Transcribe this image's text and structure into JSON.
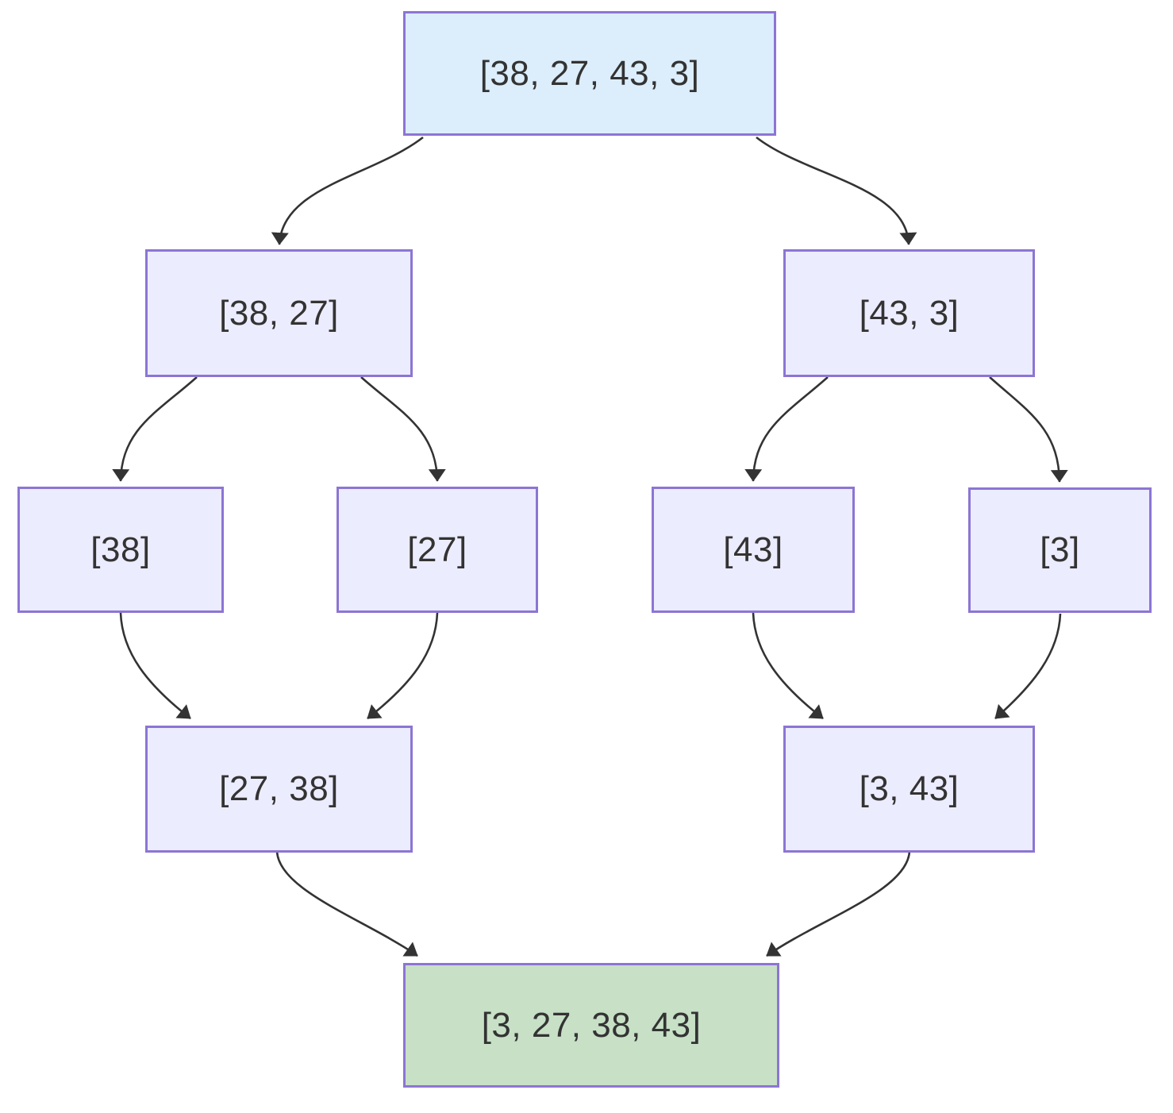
{
  "diagram": {
    "type": "flowchart",
    "nodes": {
      "root": {
        "label": "[38, 27, 43, 3]",
        "fill": "#dcedfb",
        "border": "#8c75d4"
      },
      "split_left": {
        "label": "[38, 27]",
        "fill": "#ececff",
        "border": "#8c75d4"
      },
      "split_right": {
        "label": "[43, 3]",
        "fill": "#ececff",
        "border": "#8c75d4"
      },
      "leaf_38": {
        "label": "[38]",
        "fill": "#ececff",
        "border": "#8c75d4"
      },
      "leaf_27": {
        "label": "[27]",
        "fill": "#ececff",
        "border": "#8c75d4"
      },
      "leaf_43": {
        "label": "[43]",
        "fill": "#ececff",
        "border": "#8c75d4"
      },
      "leaf_3": {
        "label": "[3]",
        "fill": "#ececff",
        "border": "#8c75d4"
      },
      "merge_left": {
        "label": "[27, 38]",
        "fill": "#ececff",
        "border": "#8c75d4"
      },
      "merge_right": {
        "label": "[3, 43]",
        "fill": "#ececff",
        "border": "#8c75d4"
      },
      "result": {
        "label": "[3, 27, 38, 43]",
        "fill": "#c7e0c6",
        "border": "#8c75d4"
      }
    },
    "edges": [
      {
        "from": "root",
        "to": "split_left"
      },
      {
        "from": "root",
        "to": "split_right"
      },
      {
        "from": "split_left",
        "to": "leaf_38"
      },
      {
        "from": "split_left",
        "to": "leaf_27"
      },
      {
        "from": "split_right",
        "to": "leaf_43"
      },
      {
        "from": "split_right",
        "to": "leaf_3"
      },
      {
        "from": "leaf_38",
        "to": "merge_left"
      },
      {
        "from": "leaf_27",
        "to": "merge_left"
      },
      {
        "from": "leaf_43",
        "to": "merge_right"
      },
      {
        "from": "leaf_3",
        "to": "merge_right"
      },
      {
        "from": "merge_left",
        "to": "result"
      },
      {
        "from": "merge_right",
        "to": "result"
      }
    ],
    "colors": {
      "edge": "#333333",
      "text": "#333333",
      "background": "#ffffff",
      "node_border": "#8c75d4",
      "node_fill_default": "#ececff",
      "node_fill_input": "#dcedfb",
      "node_fill_output": "#c7e0c6"
    }
  }
}
